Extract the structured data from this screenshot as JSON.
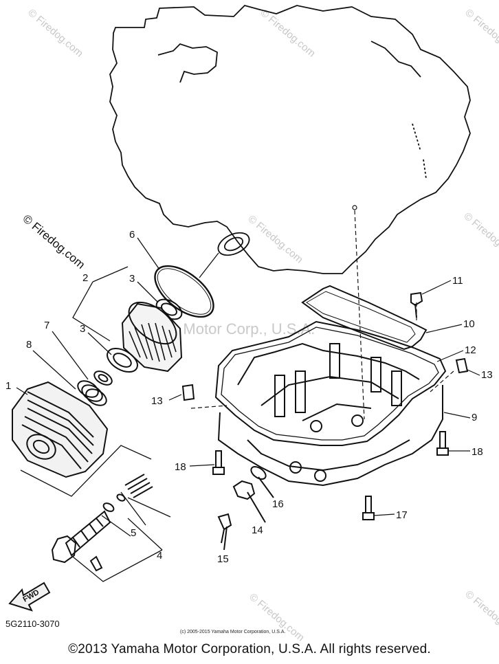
{
  "watermarks": {
    "brand": "© Firedog.com",
    "center": "Yamaha Motor Corp., U.S.A."
  },
  "parts": {
    "p1": "1",
    "p2": "2",
    "p3a": "3",
    "p3b": "3",
    "p4": "4",
    "p5": "5",
    "p6": "6",
    "p7": "7",
    "p8": "8",
    "p9": "9",
    "p10": "10",
    "p11": "11",
    "p12": "12",
    "p13a": "13",
    "p13b": "13",
    "p14": "14",
    "p15": "15",
    "p16": "16",
    "p17": "17",
    "p18a": "18",
    "p18b": "18"
  },
  "fwd_label": "FWD",
  "diagram_code": "5G2110-3070",
  "small_copyright": "(c) 2005-2015 Yamaha Motor Corporation, U.S.A.",
  "copyright": "©2013 Yamaha Motor Corporation, U.S.A. All rights reserved."
}
